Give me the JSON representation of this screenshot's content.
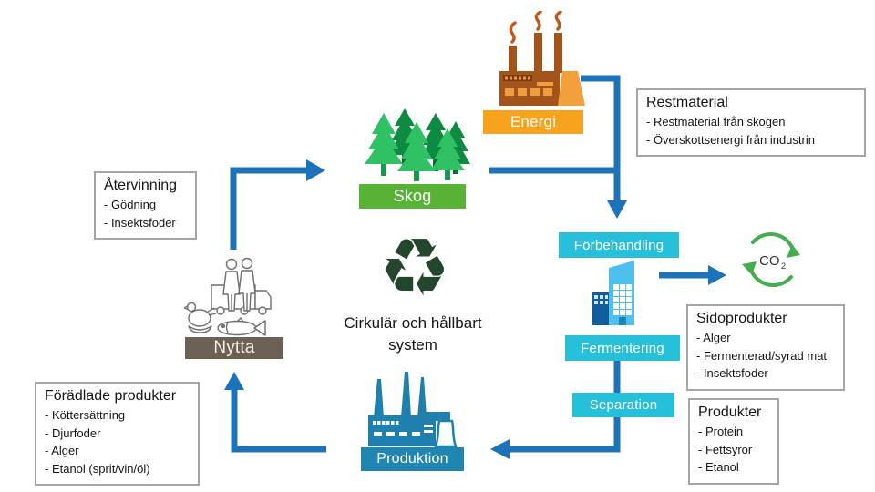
{
  "center_label": {
    "line1": "Cirkulär och hållbart",
    "line2": "system"
  },
  "nodes": {
    "energi": {
      "label": "Energi",
      "color": "#f9a21d"
    },
    "skog": {
      "label": "Skog",
      "color": "#58b236"
    },
    "forbehandling": {
      "label": "Förbehandling",
      "color": "#27c0da"
    },
    "fermentering": {
      "label": "Fermentering",
      "color": "#27c0da"
    },
    "separation": {
      "label": "Separation",
      "color": "#27c0da"
    },
    "nytta": {
      "label": "Nytta",
      "color": "#6d6055"
    },
    "produktion": {
      "label": "Produktion",
      "color": "#2185b2"
    },
    "co2": {
      "label": "CO",
      "subscript": "2"
    }
  },
  "boxes": {
    "restmaterial": {
      "title": "Restmaterial",
      "items": [
        "- Restmaterial från skogen",
        "- Överskottsenergi från industrin"
      ]
    },
    "atervinning": {
      "title": "Återvinning",
      "items": [
        "- Gödning",
        "- Insektsfoder"
      ]
    },
    "sidoprodukter": {
      "title": "Sidoprodukter",
      "items": [
        "- Alger",
        "- Fermenterad/syrad mat",
        "- Insektsfoder"
      ]
    },
    "produkter": {
      "title": "Produkter",
      "items": [
        "- Protein",
        "- Fettsyror",
        "- Etanol"
      ]
    },
    "foradlade_produkter": {
      "title": "Förädlade produkter",
      "items": [
        "- Köttersättning",
        "- Djurfoder",
        "- Alger",
        "- Etanol (sprit/vin/öl)"
      ]
    }
  },
  "colors": {
    "arrow_blue": "#1c73b9",
    "co2_green": "#43ae4b",
    "box_border": "#a9a4a1",
    "tree_light": "#2fc164",
    "tree_dark": "#0f8a43",
    "factory_brown": "#a3541b",
    "factory_orange": "#f2a03c",
    "building_light_blue": "#4dc0ed",
    "building_dark_blue": "#115d9d",
    "produktion_blue": "#1f7fad"
  }
}
